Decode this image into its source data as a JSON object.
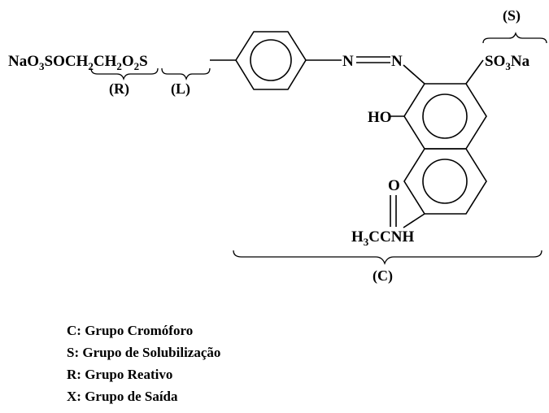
{
  "structure": {
    "chain_left_prefix": "NaO",
    "chain_left_sub": "3",
    "chain_left_mid": "SO",
    "ch2_a": "CH",
    "ch2_a_sub": "2",
    "ch2_b": "CH",
    "ch2_b_sub": "2",
    "o2s_o": "O",
    "o2s_sub": "2",
    "o2s_s": "S",
    "azo_n1": "N",
    "azo_n2": "N",
    "so3na_s": "SO",
    "so3na_sub": "3",
    "so3na_na": "Na",
    "hydroxyl": "HO",
    "carbonyl_o": "O",
    "acetamido_h": "H",
    "acetamido_sub": "3",
    "acetamido_rest": "CCNH"
  },
  "group_labels": {
    "reactive": "(R)",
    "link": "(L)",
    "solubilization": "(S)",
    "chromophore": "(C)"
  },
  "legend": [
    "C: Grupo Cromóforo",
    "S: Grupo de Solubilização",
    "R: Grupo Reativo",
    "X: Grupo de Saída"
  ]
}
